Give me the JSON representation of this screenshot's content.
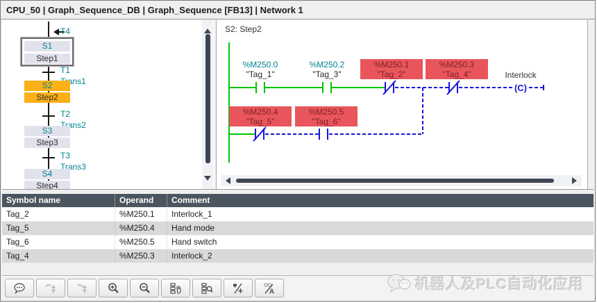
{
  "title_bar": {
    "text": "CPU_50 | Graph_Sequence_DB | Graph_Sequence [FB13] | Network 1"
  },
  "sequence_panel": {
    "jump_transition": "T4",
    "steps": [
      {
        "id": "S1",
        "name": "Step1",
        "selected": true,
        "active": false
      },
      {
        "id": "S2",
        "name": "Step2",
        "selected": false,
        "active": true
      },
      {
        "id": "S3",
        "name": "Step3",
        "selected": false,
        "active": false
      },
      {
        "id": "S4",
        "name": "Step4",
        "selected": false,
        "active": false
      }
    ],
    "transitions": [
      {
        "id": "T1",
        "name": "Trans1"
      },
      {
        "id": "T2",
        "name": "Trans2"
      },
      {
        "id": "T3",
        "name": "Trans3"
      }
    ]
  },
  "network_panel": {
    "header": "S2: Step2",
    "interlock_label": "Interlock",
    "coil_label": "(C)",
    "contacts": [
      {
        "address": "%M250.0",
        "symbol": "\"Tag_1\"",
        "type": "NO",
        "highlighted": false
      },
      {
        "address": "%M250.2",
        "symbol": "\"Tag_3\"",
        "type": "NO",
        "highlighted": false
      },
      {
        "address": "%M250.1",
        "symbol": "\"Tag_2\"",
        "type": "NC",
        "highlighted": true
      },
      {
        "address": "%M250.3",
        "symbol": "\"Tag_4\"",
        "type": "NC",
        "highlighted": true
      },
      {
        "address": "%M250.4",
        "symbol": "\"Tag_5\"",
        "type": "NC",
        "highlighted": true
      },
      {
        "address": "%M250.5",
        "symbol": "\"Tag_6\"",
        "type": "NO",
        "highlighted": true
      }
    ]
  },
  "symbol_table": {
    "columns": [
      "Symbol name",
      "Operand",
      "Comment"
    ],
    "rows": [
      {
        "symbol": "Tag_2",
        "operand": "%M250.1",
        "comment": "Interlock_1"
      },
      {
        "symbol": "Tag_5",
        "operand": "%M250.4",
        "comment": "Hand mode"
      },
      {
        "symbol": "Tag_6",
        "operand": "%M250.5",
        "comment": "Hand switch"
      },
      {
        "symbol": "Tag_4",
        "operand": "%M250.3",
        "comment": "Interlock_2"
      }
    ]
  },
  "toolbar": {
    "buttons": [
      {
        "icon": "comment-icon",
        "enabled": true
      },
      {
        "icon": "jump-forward-icon",
        "enabled": false
      },
      {
        "icon": "jump-back-icon",
        "enabled": false
      },
      {
        "icon": "zoom-in-icon",
        "enabled": true
      },
      {
        "icon": "zoom-out-icon",
        "enabled": true
      },
      {
        "icon": "sequence-overview-pan-icon",
        "enabled": true
      },
      {
        "icon": "sequence-overview-zoom-icon",
        "enabled": true
      },
      {
        "icon": "toggle-operand-icon",
        "enabled": true
      },
      {
        "icon": "toggle-symbol-icon",
        "enabled": true
      }
    ]
  },
  "watermark": {
    "text": "机器人及PLC自动化应用"
  },
  "colors": {
    "active_step_orange": "#fcb017",
    "highlight_red": "#e8565c",
    "logic_blue": "#1414dd",
    "power_green": "#00c400",
    "identifier_teal": "#00838f",
    "table_header": "#4b555f"
  }
}
